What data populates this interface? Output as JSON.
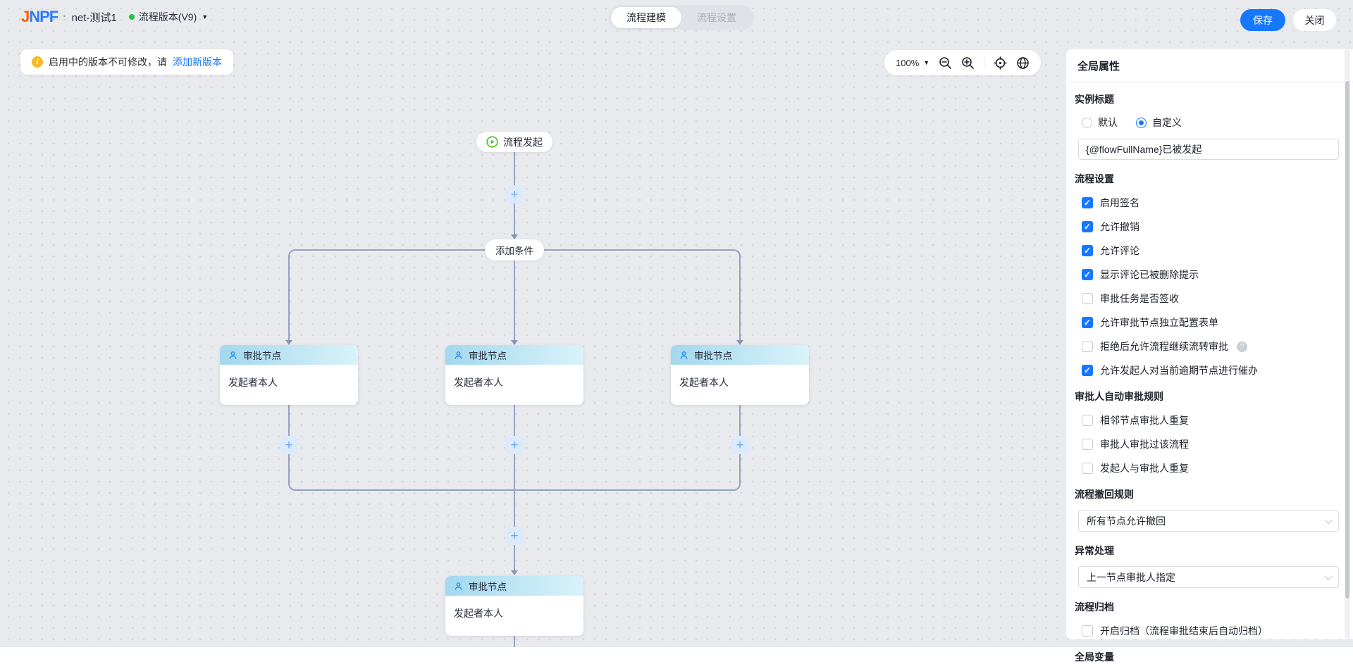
{
  "header": {
    "logo": {
      "j": "J",
      "rest": "NPF"
    },
    "separator": "·",
    "app_title": "net-测试1",
    "version_label": "流程版本(V9)",
    "caret": "▼",
    "tabs": [
      {
        "label": "流程建模"
      },
      {
        "label": "流程设置"
      }
    ],
    "save_label": "保存",
    "close_label": "关闭"
  },
  "canvas": {
    "notice_text": "启用中的版本不可修改，请",
    "notice_link": "添加新版本",
    "zoom_level": "100%",
    "zoom_caret": "▼",
    "flow": {
      "start_label": "流程发起",
      "condition_label": "添加条件",
      "approval_title": "审批节点",
      "approver": "发起者本人",
      "plus": "+"
    }
  },
  "panel": {
    "title": "全局属性",
    "instance": {
      "label": "实例标题",
      "options": [
        {
          "label": "默认",
          "checked": false
        },
        {
          "label": "自定义",
          "checked": true
        }
      ],
      "value": "{@flowFullName}已被发起"
    },
    "flow_settings": {
      "label": "流程设置",
      "items": [
        {
          "label": "启用签名",
          "checked": true
        },
        {
          "label": "允许撤销",
          "checked": true
        },
        {
          "label": "允许评论",
          "checked": true
        },
        {
          "label": "显示评论已被删除提示",
          "checked": true
        },
        {
          "label": "审批任务是否签收",
          "checked": false
        },
        {
          "label": "允许审批节点独立配置表单",
          "checked": true
        },
        {
          "label": "拒绝后允许流程继续流转审批",
          "checked": false,
          "help": "?"
        },
        {
          "label": "允许发起人对当前逾期节点进行催办",
          "checked": true
        }
      ]
    },
    "auto_rules": {
      "label": "审批人自动审批规则",
      "items": [
        {
          "label": "相邻节点审批人重复",
          "checked": false
        },
        {
          "label": "审批人审批过该流程",
          "checked": false
        },
        {
          "label": "发起人与审批人重复",
          "checked": false
        }
      ]
    },
    "recall": {
      "label": "流程撤回规则",
      "value": "所有节点允许撤回"
    },
    "exception": {
      "label": "异常处理",
      "value": "上一节点审批人指定"
    },
    "archive": {
      "label": "流程归档",
      "items": [
        {
          "label": "开启归档（流程审批结束后自动归档）",
          "checked": false
        }
      ]
    },
    "global_vars": {
      "label": "全局变量"
    }
  },
  "colors": {
    "primary": "#1677ff",
    "link": "#1677ff",
    "warning": "#f7ba2a",
    "success_green": "#23c343",
    "play_green": "#3fc41c",
    "connector": "#93a3c1",
    "canvas_bg": "#e9eaee",
    "card_header_gradient": [
      "#a3d8ee",
      "#d9f2fa"
    ]
  }
}
